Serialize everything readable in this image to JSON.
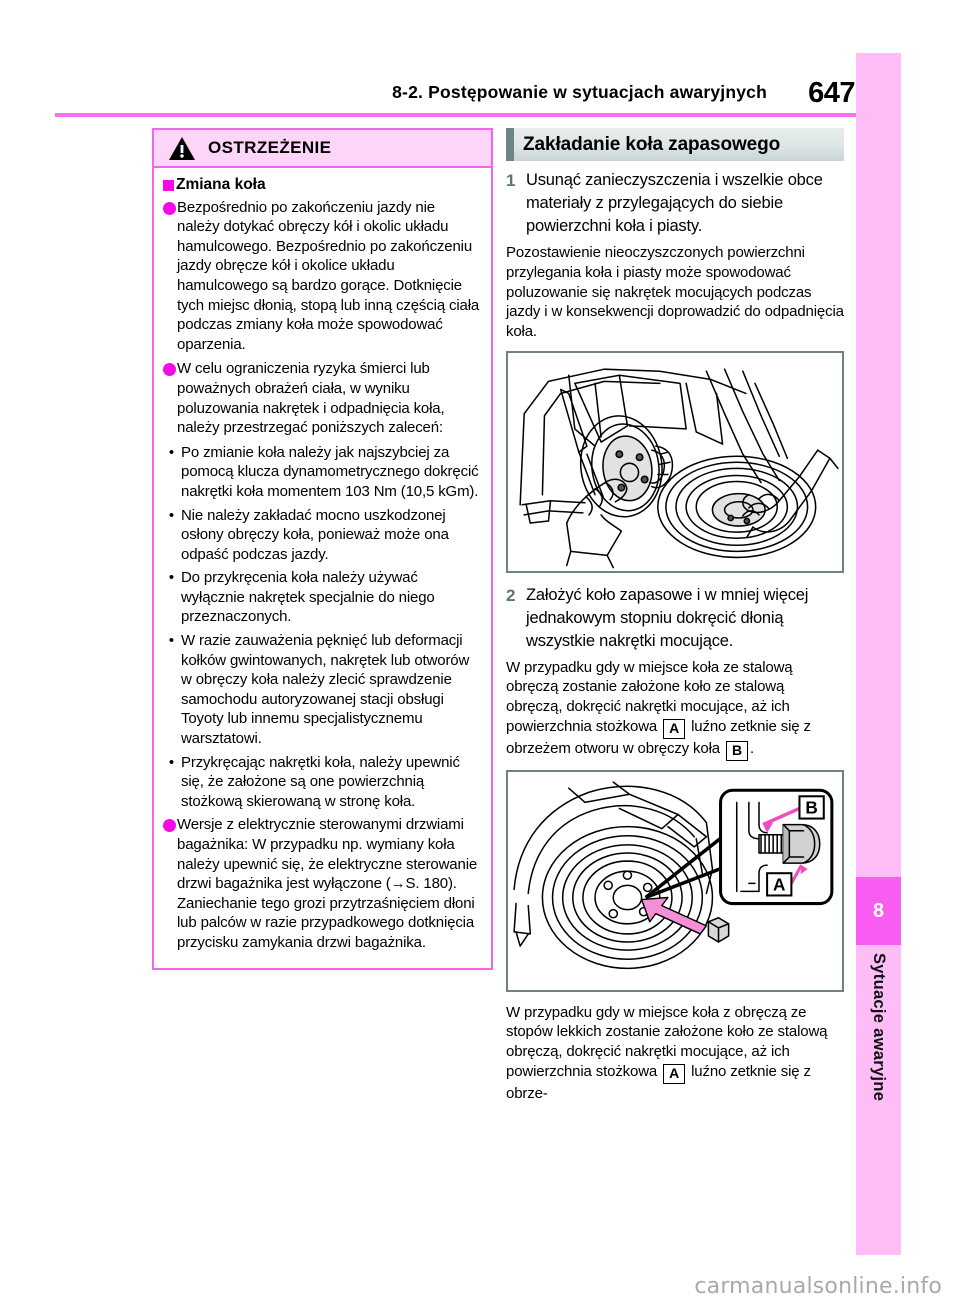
{
  "header": {
    "title": "8-2. Postępowanie w sytuacjach awaryjnych",
    "page_number": "647"
  },
  "sidebar": {
    "chapter_number": "8",
    "chapter_label": "Sytuacje awaryjne",
    "bg_color": "#ffbdf7",
    "badge_color": "#f95cf0"
  },
  "warning": {
    "title": "OSTRZEŻENIE",
    "icon": "warning-triangle-icon",
    "border_color": "#f564ec",
    "header_bg": "#fcd5f8",
    "subhead": "Zmiana koła",
    "items": [
      {
        "bullet": "dot",
        "text": "Bezpośrednio po zakończeniu jazdy nie należy dotykać obręczy kół i okolic układu hamulcowego. Bezpośrednio po zakończeniu jazdy obręcze kół i okolice układu hamulcowego są bardzo gorące. Dotknięcie tych miejsc dłonią, stopą lub inną częścią ciała podczas zmiany koła może spowodować oparzenia."
      },
      {
        "bullet": "dot",
        "text": "W celu ograniczenia ryzyka śmierci lub poważnych obrażeń ciała, w wyniku poluzowania nakrętek i odpadnięcia koła, należy przestrzegać poniższych zaleceń:"
      },
      {
        "bullet": "dash",
        "text": "Po zmianie koła należy jak najszybciej za pomocą klucza dynamometrycznego dokręcić nakrętki koła momentem 103 Nm (10,5 kGm)."
      },
      {
        "bullet": "dash",
        "text": "Nie należy zakładać mocno uszkodzonej osłony obręczy koła, ponieważ może ona odpaść podczas jazdy."
      },
      {
        "bullet": "dash",
        "text": "Do przykręcenia koła należy używać wyłącznie nakrętek specjalnie do niego przeznaczonych."
      },
      {
        "bullet": "dash",
        "text": "W razie zauważenia pęknięć lub deformacji kołków gwintowanych, nakrętek lub otworów w obręczy koła należy zlecić sprawdzenie samochodu autoryzowanej stacji obsługi Toyoty lub innemu specjalistycznemu warsztatowi."
      },
      {
        "bullet": "dash",
        "text": "Przykręcając nakrętki koła, należy upewnić się, że założone są one powierzchnią stożkową skierowaną w stronę koła."
      },
      {
        "bullet": "dot",
        "text": "Wersje z elektrycznie sterowanymi drzwiami bagażnika: W przypadku np. wymiany koła należy upewnić się, że elektryczne sterowanie drzwi bagażnika jest wyłączone (→S. 180). Zaniechanie tego grozi przytrzaśnięciem dłoni lub palców w razie przypadkowego dotknięcia przycisku zamykania drzwi bagażnika."
      }
    ]
  },
  "section": {
    "title": "Zakładanie koła zapasowego",
    "step1_number": "1",
    "step1_text": "Usunąć zanieczyszczenia i wszelkie obce materiały z przylegających do siebie powierzchni koła i piasty.",
    "para1": "Pozostawienie nieoczyszczonych powierzchni przylegania koła i piasty może spowodować poluzowanie się nakrętek mocujących podczas jazdy i w konsekwencji doprowadzić do odpadnięcia koła.",
    "figure1_name": "cleaning-hub-and-spare-wheel-illustration",
    "step2_number": "2",
    "step2_text": "Założyć koło zapasowe i w mniej więcej jednakowym stopniu dokręcić dłonią wszystkie nakrętki mocujące.",
    "para2_part1": "W przypadku gdy w miejsce koła ze stalową obręczą zostanie założone koło ze stalową obręczą, dokręcić nakrętki mocujące, aż ich powierzchnia stożkowa",
    "para2_ref_a": "A",
    "para2_part2": "luźno zetknie się z obrzeżem otworu",
    "para2_part3": "w obręczy koła",
    "para2_ref_b": "B",
    "para2_part4": ".",
    "figure2_name": "wheel-nut-seating-illustration",
    "figure2_callout_a": "A",
    "figure2_callout_b": "B",
    "para3_part1": "W przypadku gdy w miejsce koła z obręczą ze stopów lekkich zostanie założone koło ze stalową obręczą, dokręcić nakrętki mocujące, aż ich powierzchnia stożkowa",
    "para3_ref_a": "A",
    "para3_part2": "luźno zetknie się z obrze-"
  },
  "watermark": "carmanualsonline.info"
}
